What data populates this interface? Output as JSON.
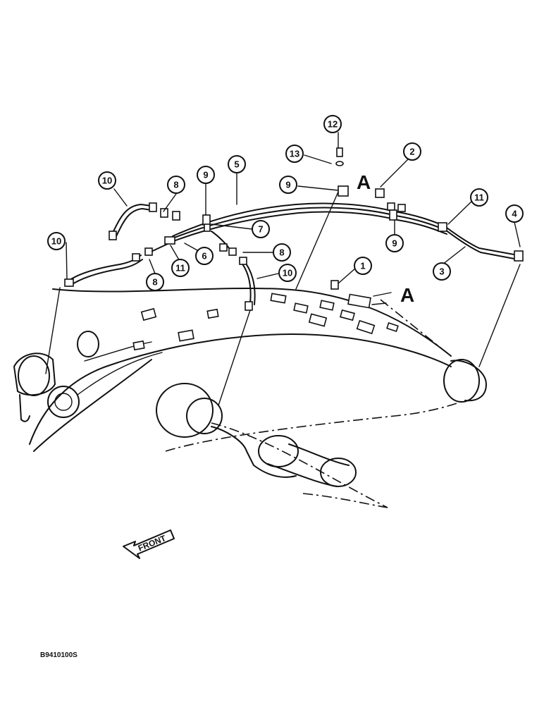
{
  "callouts": [
    "12",
    "13",
    "2",
    "A",
    "9",
    "5",
    "10",
    "8",
    "9",
    "11",
    "4",
    "7",
    "10",
    "6",
    "11",
    "8",
    "9",
    "3",
    "1",
    "8",
    "10",
    "A"
  ],
  "labels": {
    "section_a_upper": "A",
    "section_a_lower": "A",
    "front_arrow": "FRONT",
    "drawing_code": "B9410100S"
  },
  "callout_items": [
    {
      "id": "callout-12",
      "text": "12"
    },
    {
      "id": "callout-13",
      "text": "13"
    },
    {
      "id": "callout-2",
      "text": "2"
    },
    {
      "id": "callout-9-top",
      "text": "9"
    },
    {
      "id": "callout-5",
      "text": "5"
    },
    {
      "id": "callout-10-top",
      "text": "10"
    },
    {
      "id": "callout-8-top",
      "text": "8"
    },
    {
      "id": "callout-9-mid",
      "text": "9"
    },
    {
      "id": "callout-11-right",
      "text": "11"
    },
    {
      "id": "callout-4",
      "text": "4"
    },
    {
      "id": "callout-7",
      "text": "7"
    },
    {
      "id": "callout-10-left",
      "text": "10"
    },
    {
      "id": "callout-6",
      "text": "6"
    },
    {
      "id": "callout-11-left",
      "text": "11"
    },
    {
      "id": "callout-8-right",
      "text": "8"
    },
    {
      "id": "callout-9-right",
      "text": "9"
    },
    {
      "id": "callout-3",
      "text": "3"
    },
    {
      "id": "callout-1",
      "text": "1"
    },
    {
      "id": "callout-8-left",
      "text": "8"
    },
    {
      "id": "callout-10-right",
      "text": "10"
    }
  ]
}
